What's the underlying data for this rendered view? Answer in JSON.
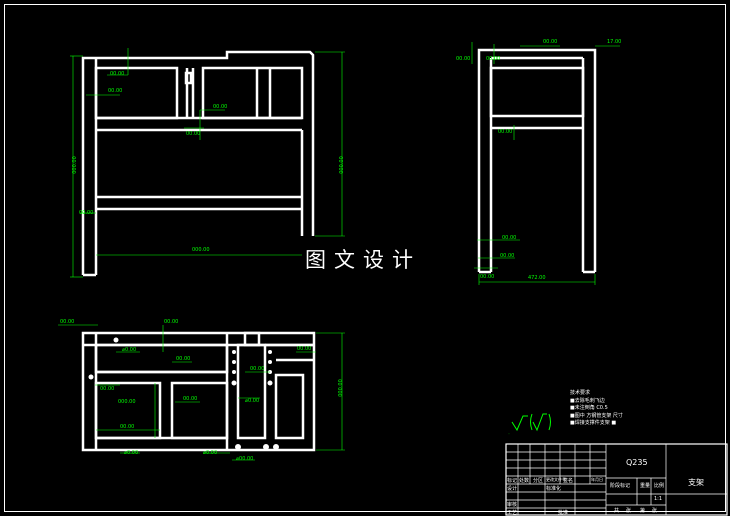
{
  "watermark": "图文设计",
  "front_view_dims": {
    "top_callouts": [
      "00.00",
      "00.00"
    ],
    "left_height": "000.00",
    "right_height": "000.00",
    "mid_callouts": [
      "00.00",
      "00.00"
    ],
    "bottom_left": "00.00",
    "bottom_width": "000.00"
  },
  "side_view_dims": {
    "top_callouts": [
      "00.00",
      "00.00",
      "00.00",
      "17.00"
    ],
    "mid_callout": "00.00",
    "bottom_callouts": [
      "00.00",
      "00.00",
      "00.00"
    ],
    "bottom_width": "472.00"
  },
  "plan_view_dims": {
    "top_callouts": [
      "00.00",
      "00.00",
      "00.00"
    ],
    "inner_callouts": [
      "00.00",
      "00.00",
      "00.00",
      "00.00",
      "00.00",
      "000.00"
    ],
    "right_height": "000.00",
    "hole_callouts": [
      "⌀0.00",
      "⌀0.00",
      "⌀0.00",
      "⌀0.00",
      "⌀00.00"
    ]
  },
  "tech_requirements": {
    "title": "技术要求",
    "lines": [
      "■去除毛刺飞边",
      "■未注倒角 C0.5",
      "■图中 方钢管支架 尺寸",
      "■焊接支撑件支架 ■"
    ]
  },
  "surface_symbol": "√(√)",
  "title_block": {
    "material": "Q235",
    "part_name": "支架",
    "scale": "1:1",
    "labels": [
      "标记",
      "处数",
      "分区",
      "更改文件号",
      "签名",
      "年月日"
    ],
    "row2": [
      "设计",
      "",
      "标准化"
    ],
    "row3": [
      "审核"
    ],
    "row4": [
      "工艺",
      "",
      "批准"
    ],
    "stage_label": "阶段标记",
    "weight_label": "重量",
    "scale_label": "比例",
    "sheet": [
      "共",
      "张",
      "第",
      "张"
    ]
  },
  "colors": {
    "background": "#000000",
    "outline": "#ffffff",
    "dimension": "#00ff00"
  }
}
